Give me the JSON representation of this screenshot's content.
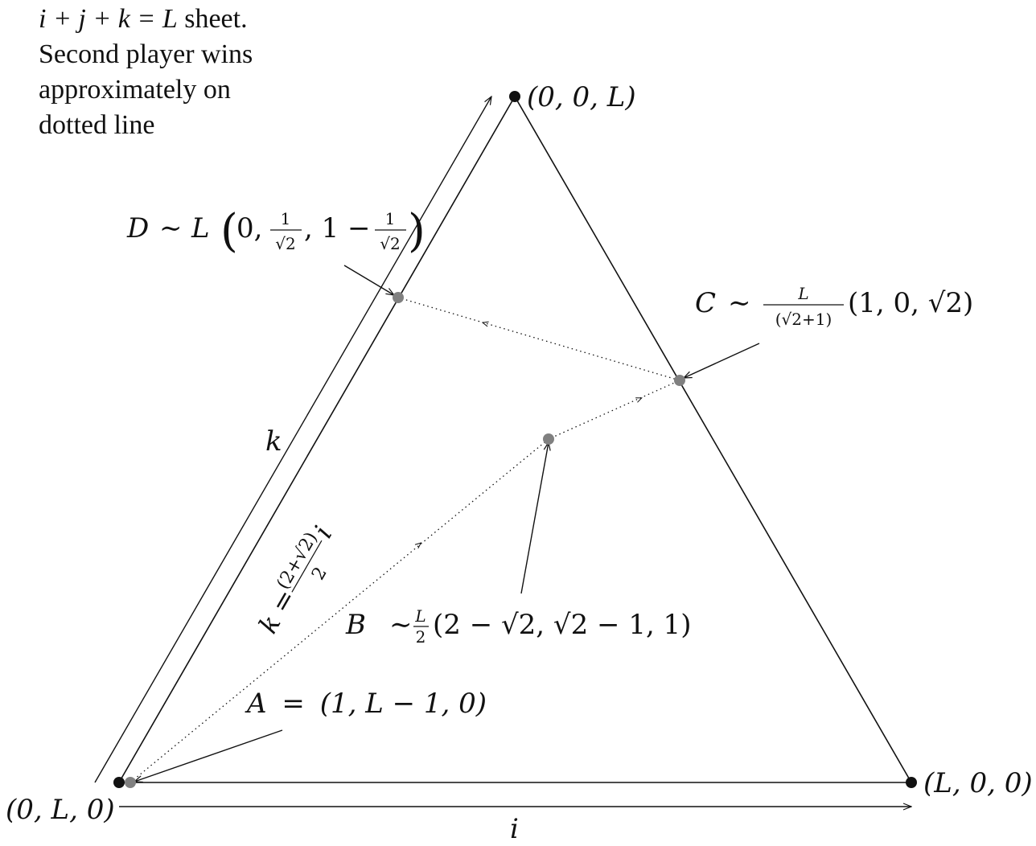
{
  "caption": {
    "equation": "i + j + k = L",
    "equation_suffix": " sheet.",
    "line2": "Second player wins",
    "line3": "approximately on",
    "line4": "dotted line"
  },
  "vertices": {
    "top": "(0, 0, L)",
    "bottom_left": "(0, L, 0)",
    "bottom_right": "(L, 0, 0)"
  },
  "axes": {
    "i_label": "i",
    "k_label": "k"
  },
  "points": {
    "A": {
      "name": "A",
      "relation": "=",
      "value": "(1, L − 1, 0)"
    },
    "B": {
      "name": "B",
      "relation": "∼",
      "frac_num": "L",
      "frac_den": "2",
      "value": "(2 − √2, √2 − 1, 1)"
    },
    "C": {
      "name": "C",
      "relation": "∼",
      "frac_num": "L",
      "frac_den": "(√2+1)",
      "value": "(1, 0, √2)"
    },
    "D": {
      "name": "D",
      "relation": "∼",
      "prefix": "L",
      "open": "(",
      "first": "0,",
      "frac1_num": "1",
      "frac1_den": "√2",
      "mid": ", 1 −",
      "frac2_num": "1",
      "frac2_den": "√2",
      "close": ")"
    }
  },
  "line_eq": {
    "lhs": "k =",
    "num": "(2+√2)",
    "den": "2",
    "var": "i"
  },
  "colors": {
    "ink": "#111111",
    "point_gray": "#808080"
  }
}
